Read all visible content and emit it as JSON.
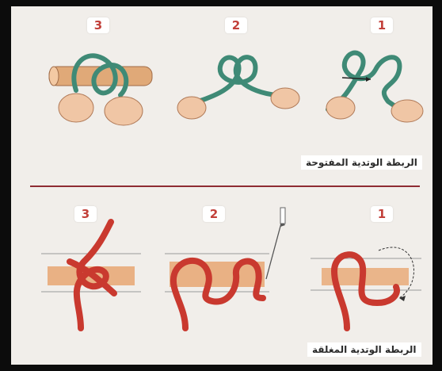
{
  "sections": [
    {
      "caption": "الربطة الوتدية المفتوحة",
      "steps": [
        "1",
        "2",
        "3"
      ],
      "rope_color": "#3f8a76"
    },
    {
      "caption": "الربطة الوتدية المغلقة",
      "steps": [
        "1",
        "2",
        "3"
      ],
      "rope_color": "#c9392f"
    }
  ],
  "colors": {
    "background": "#f1eeea",
    "frame": "#0c0c0c",
    "divider": "#8e2c33",
    "step_number": "#c2403a",
    "pole": "#e0a978"
  }
}
